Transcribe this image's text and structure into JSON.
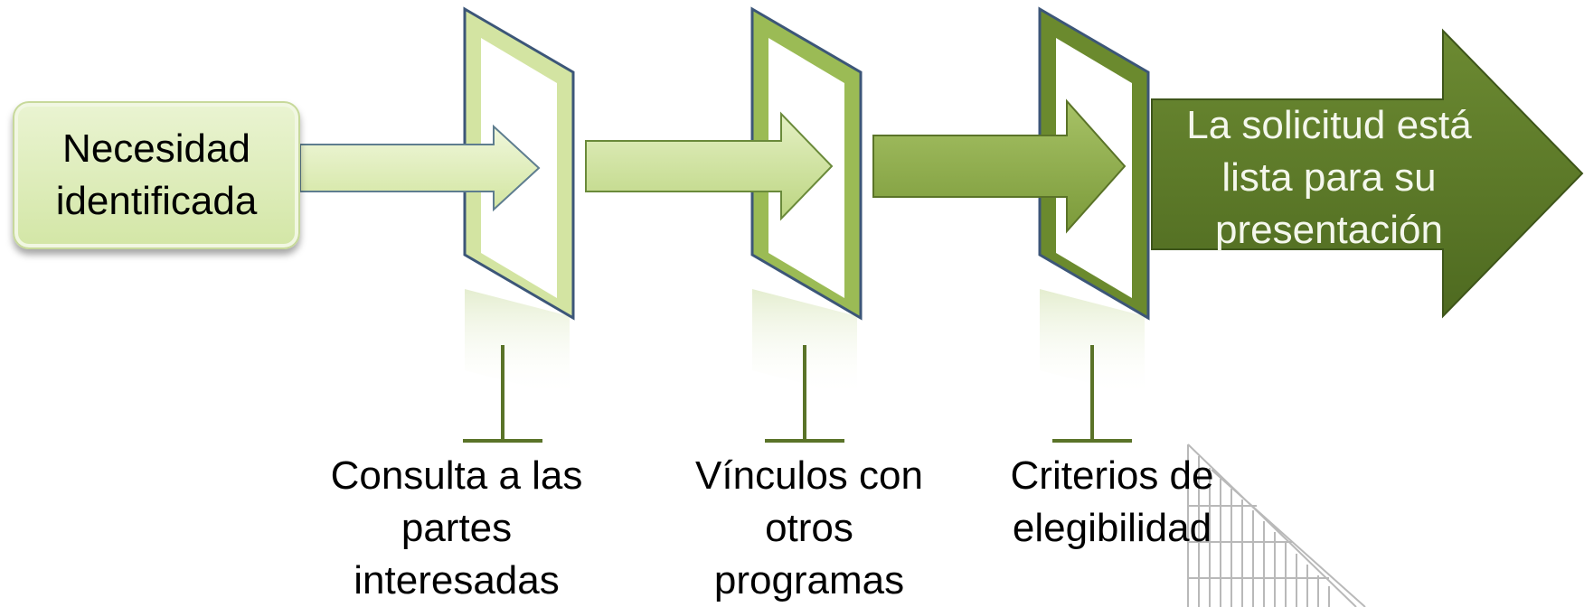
{
  "start": {
    "line1": "Necesidad",
    "line2": "identificada"
  },
  "final": {
    "line1": "La solicitud está",
    "line2": "lista para su",
    "line3": "presentación"
  },
  "gates": [
    {
      "lines": [
        "Consulta a las",
        "partes",
        "interesadas"
      ]
    },
    {
      "lines": [
        "Vínculos con",
        "otros",
        "programas"
      ]
    },
    {
      "lines": [
        "Criterios de",
        "elegibilidad"
      ]
    }
  ],
  "colors": {
    "light": "#d6e8a8",
    "mid": "#93b24c",
    "dark": "#5a7328",
    "frameEdge": "#3c5678"
  }
}
